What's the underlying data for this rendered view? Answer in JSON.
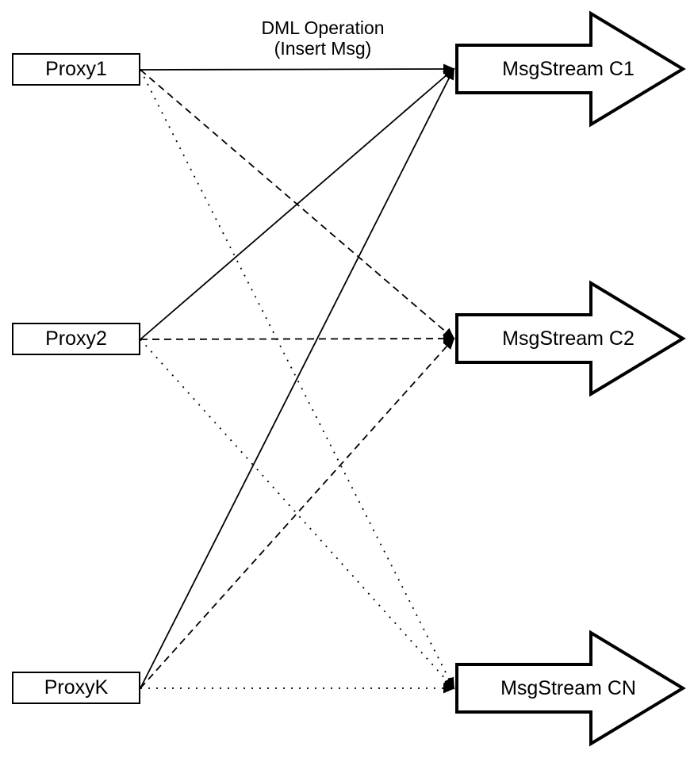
{
  "canvas": {
    "background": "#ffffff",
    "stroke_color": "#000000"
  },
  "annotation": {
    "line1": "DML Operation",
    "line2": "(Insert Msg)"
  },
  "proxies": [
    {
      "id": "proxy1",
      "label": "Proxy1"
    },
    {
      "id": "proxy2",
      "label": "Proxy2"
    },
    {
      "id": "proxyk",
      "label": "ProxyK"
    }
  ],
  "streams": [
    {
      "id": "c1",
      "label": "MsgStream C1"
    },
    {
      "id": "c2",
      "label": "MsgStream C2"
    },
    {
      "id": "cn",
      "label": "MsgStream CN"
    }
  ],
  "connections": [
    {
      "from": "proxy1",
      "to": "c1",
      "style": "solid"
    },
    {
      "from": "proxy2",
      "to": "c1",
      "style": "solid"
    },
    {
      "from": "proxyk",
      "to": "c1",
      "style": "solid"
    },
    {
      "from": "proxy1",
      "to": "c2",
      "style": "dashed"
    },
    {
      "from": "proxy2",
      "to": "c2",
      "style": "dashed"
    },
    {
      "from": "proxyk",
      "to": "c2",
      "style": "dashed"
    },
    {
      "from": "proxy1",
      "to": "cn",
      "style": "dotted"
    },
    {
      "from": "proxy2",
      "to": "cn",
      "style": "dotted"
    },
    {
      "from": "proxyk",
      "to": "cn",
      "style": "dotted"
    }
  ]
}
